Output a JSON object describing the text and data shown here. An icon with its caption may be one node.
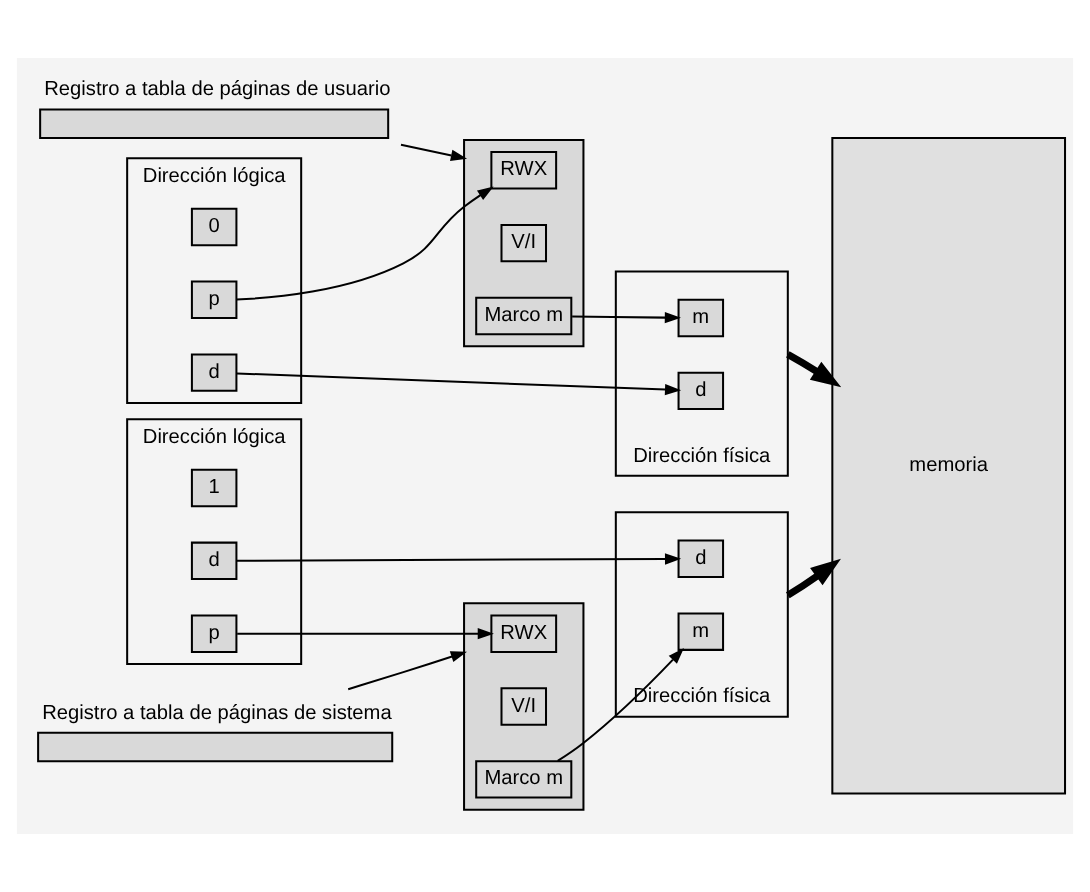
{
  "diagram": {
    "nodes": [
      {
        "text": [
          "Dirección lógica"
        ]
      },
      {
        "text": [
          "0"
        ],
        "in": 0
      },
      {
        "text": [
          "p"
        ],
        "in": 0
      },
      {
        "text": [
          "d"
        ],
        "in": 0
      },
      {
        "text": [
          "Registro a tabla de páginas de usuario"
        ]
      },
      {
        "text": [],
        "shape": "box"
      },
      {
        "text": [
          "RWX"
        ],
        "in": 5
      },
      {
        "text": [
          "V/I"
        ],
        "in": 5
      },
      {
        "text": [
          "Marco m"
        ],
        "in": 5
      },
      {
        "text": [
          "Dirección física"
        ]
      },
      {
        "text": [
          "m"
        ],
        "in": 9
      },
      {
        "text": [
          "d"
        ],
        "in": 9
      },
      {
        "text": [
          "Dirección lógica"
        ]
      },
      {
        "text": [
          "1"
        ],
        "in": 12
      },
      {
        "text": [
          "p"
        ],
        "in": 12
      },
      {
        "text": [
          "d"
        ],
        "in": 12
      },
      {
        "text": [
          "Registro a tabla de páginas de sistema"
        ]
      },
      {
        "text": [],
        "shape": "box"
      },
      {
        "text": [
          "RWX"
        ],
        "in": 17
      },
      {
        "text": [
          "V/I"
        ],
        "in": 17
      },
      {
        "text": [
          "Marco m"
        ],
        "in": 17
      },
      {
        "text": [
          "Dirección física"
        ]
      },
      {
        "text": [
          "m"
        ],
        "in": 21
      },
      {
        "text": [
          "d"
        ],
        "in": 21
      },
      {
        "text": [
          "memoria"
        ]
      }
    ],
    "edges": [
      {
        "from": 2,
        "to": 6,
        "arrow": "to"
      },
      {
        "from": 4,
        "to": 5,
        "arrow": "to"
      },
      {
        "from": 8,
        "to": 10,
        "arrow": "to"
      },
      {
        "from": 3,
        "to": 11,
        "arrow": "to"
      },
      {
        "from": 9,
        "to": 24,
        "arrow": "to",
        "style": "thick"
      },
      {
        "from": 14,
        "to": 18,
        "arrow": "to"
      },
      {
        "from": 16,
        "to": 17,
        "arrow": "to"
      },
      {
        "from": 20,
        "to": 22,
        "arrow": "to"
      },
      {
        "from": 15,
        "to": 23,
        "arrow": "to"
      },
      {
        "from": 21,
        "to": 24,
        "arrow": "to",
        "style": "thick"
      }
    ]
  }
}
